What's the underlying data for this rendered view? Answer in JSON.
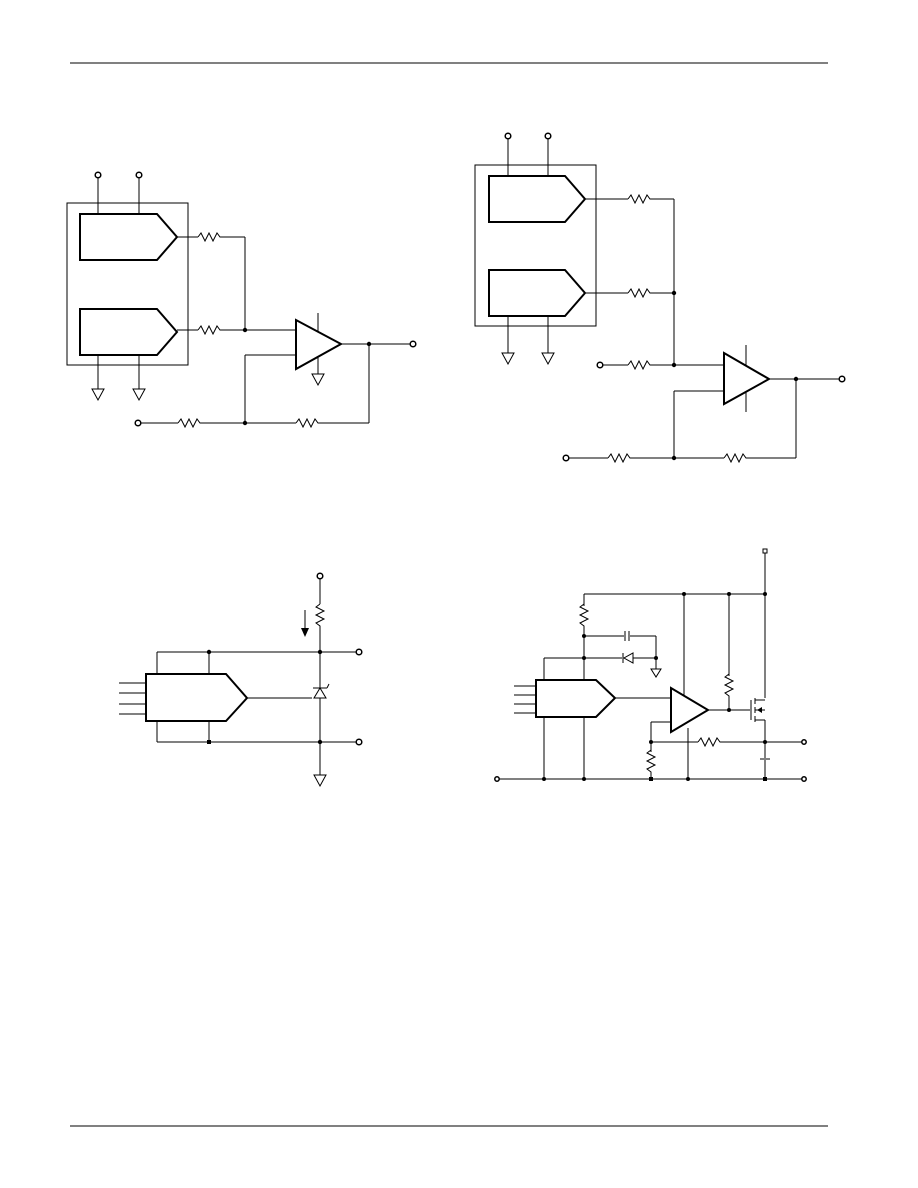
{
  "page": {
    "header_rule": true,
    "footer_rule": true
  },
  "figures": [
    {
      "id": "fig-top-left",
      "kind": "dual-dac-with-summing-amplifier"
    },
    {
      "id": "fig-top-right",
      "kind": "dual-dac-with-offset-summing-amplifier"
    },
    {
      "id": "fig-bottom-left",
      "kind": "dac-with-shunt-reference"
    },
    {
      "id": "fig-bottom-right",
      "kind": "dac-driven-mosfet-current-source"
    }
  ],
  "colors": {
    "ink": "#000000",
    "paper": "#ffffff"
  }
}
